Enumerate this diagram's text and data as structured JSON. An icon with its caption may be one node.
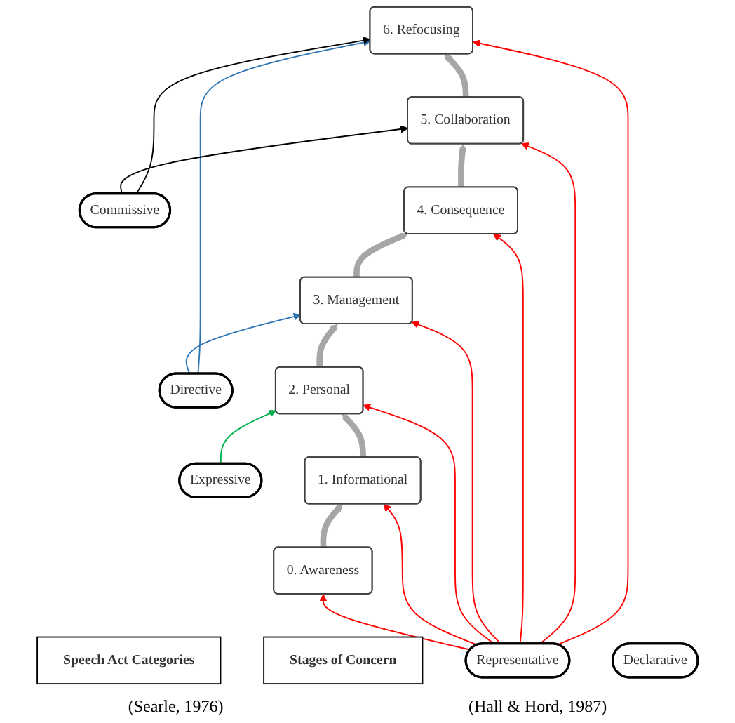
{
  "diagram": {
    "nodes": [
      {
        "text": [
          "Speech Act Categories"
        ]
      },
      {
        "text": [
          "Stages of Concern"
        ]
      },
      {
        "text": [
          "Representative"
        ]
      },
      {
        "text": [
          "Directive"
        ]
      },
      {
        "text": [
          "Commissive"
        ]
      },
      {
        "text": [
          "Expressive"
        ]
      },
      {
        "text": [
          "Declarative"
        ]
      },
      {
        "text": [
          "6. Refocusing"
        ]
      },
      {
        "text": [
          "5. Collaboration"
        ]
      },
      {
        "text": [
          "4. Consequence"
        ]
      },
      {
        "text": [
          "3. Management"
        ]
      },
      {
        "text": [
          "2. Personal"
        ]
      },
      {
        "text": [
          "1. Informational"
        ]
      },
      {
        "text": [
          "0. Awareness"
        ]
      }
    ],
    "edges": [
      {
        "from": 2,
        "to": 7,
        "arrow": "to"
      },
      {
        "from": 2,
        "to": 8,
        "arrow": "to"
      },
      {
        "from": 2,
        "to": 9,
        "arrow": "to"
      },
      {
        "from": 2,
        "to": 10,
        "arrow": "to"
      },
      {
        "from": 2,
        "to": 11,
        "arrow": "to"
      },
      {
        "from": 2,
        "to": 12,
        "arrow": "to"
      },
      {
        "from": 2,
        "to": 13,
        "arrow": "to"
      },
      {
        "from": 3,
        "to": 7,
        "arrow": "to",
        "color": "#2e75b6"
      },
      {
        "from": 3,
        "to": 10,
        "arrow": "to",
        "color": "#2e75b6"
      },
      {
        "from": 4,
        "to": 7,
        "arrow": "to",
        "color": "#000000"
      },
      {
        "from": 4,
        "to": 8,
        "arrow": "to",
        "color": "#000000"
      },
      {
        "from": 5,
        "to": 11,
        "arrow": "to",
        "color": "#00b050"
      },
      {
        "from": 13,
        "to": 12,
        "arrow": "to",
        "style": "thick",
        "color": "#a6a6a6"
      },
      {
        "from": 12,
        "to": 11,
        "arrow": "to",
        "style": "thick",
        "color": "#a6a6a6"
      },
      {
        "from": 11,
        "to": 10,
        "arrow": "to",
        "style": "thick",
        "color": "#a6a6a6"
      },
      {
        "from": 10,
        "to": 9,
        "arrow": "to",
        "style": "thick",
        "color": "#a6a6a6"
      },
      {
        "from": 9,
        "to": 8,
        "arrow": "to",
        "style": "thick",
        "color": "#a6a6a6"
      },
      {
        "from": 8,
        "to": 7,
        "arrow": "to",
        "style": "thick",
        "color": "#a6a6a6"
      }
    ],
    "labels": [
      "(Searle, 1976)",
      "(Hall & Hord, 1987)"
    ]
  }
}
